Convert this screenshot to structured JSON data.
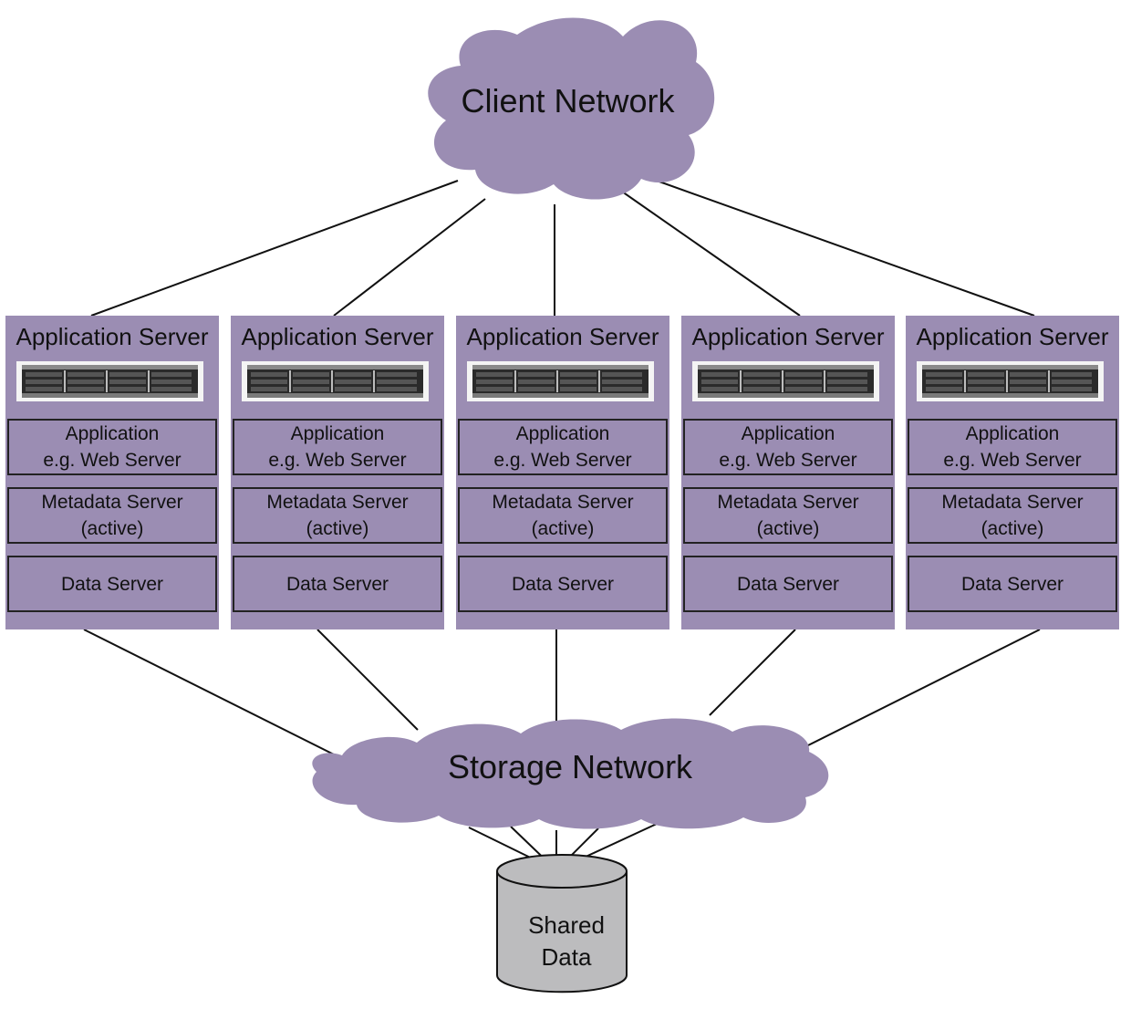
{
  "client_network": {
    "label": "Client Network"
  },
  "storage_network": {
    "label": "Storage Network"
  },
  "shared_storage": {
    "line1": "Shared",
    "line2": "Data"
  },
  "servers": [
    {
      "title": "Application Server",
      "app_line1": "Application",
      "app_line2": "e.g. Web Server",
      "meta_line1": "Metadata Server",
      "meta_line2": "(active)",
      "data_label": "Data Server"
    },
    {
      "title": "Application Server",
      "app_line1": "Application",
      "app_line2": "e.g. Web Server",
      "meta_line1": "Metadata Server",
      "meta_line2": "(active)",
      "data_label": "Data Server"
    },
    {
      "title": "Application Server",
      "app_line1": "Application",
      "app_line2": "e.g. Web Server",
      "meta_line1": "Metadata Server",
      "meta_line2": "(active)",
      "data_label": "Data Server"
    },
    {
      "title": "Application Server",
      "app_line1": "Application",
      "app_line2": "e.g. Web Server",
      "meta_line1": "Metadata Server",
      "meta_line2": "(active)",
      "data_label": "Data Server"
    },
    {
      "title": "Application Server",
      "app_line1": "Application",
      "app_line2": "e.g. Web Server",
      "meta_line1": "Metadata Server",
      "meta_line2": "(active)",
      "data_label": "Data Server"
    }
  ],
  "colors": {
    "server_fill": "#9b8db3",
    "cloud_fill": "#9b8db3",
    "disk_fill": "#bcbcbe",
    "line": "#111111"
  }
}
